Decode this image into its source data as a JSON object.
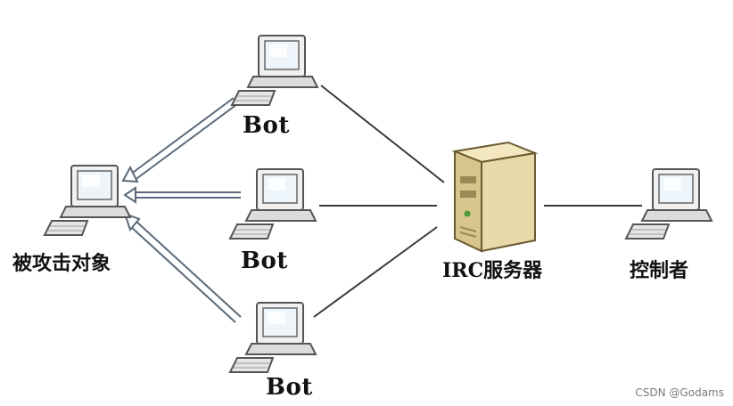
{
  "nodes": {
    "target": {
      "label": "被攻击对象"
    },
    "bot_top": {
      "label": "Bot"
    },
    "bot_middle": {
      "label": "Bot"
    },
    "bot_bottom": {
      "label": "Bot"
    },
    "server": {
      "label": "IRC服务器"
    },
    "controller": {
      "label": "控制者"
    }
  },
  "watermark": "CSDN @Godams",
  "colors": {
    "line": "#3a3a3a",
    "arrow": "#5a6a7a",
    "server_body": "#e8d9a8"
  },
  "icons": {
    "computer": "computer-icon",
    "server": "server-icon"
  }
}
